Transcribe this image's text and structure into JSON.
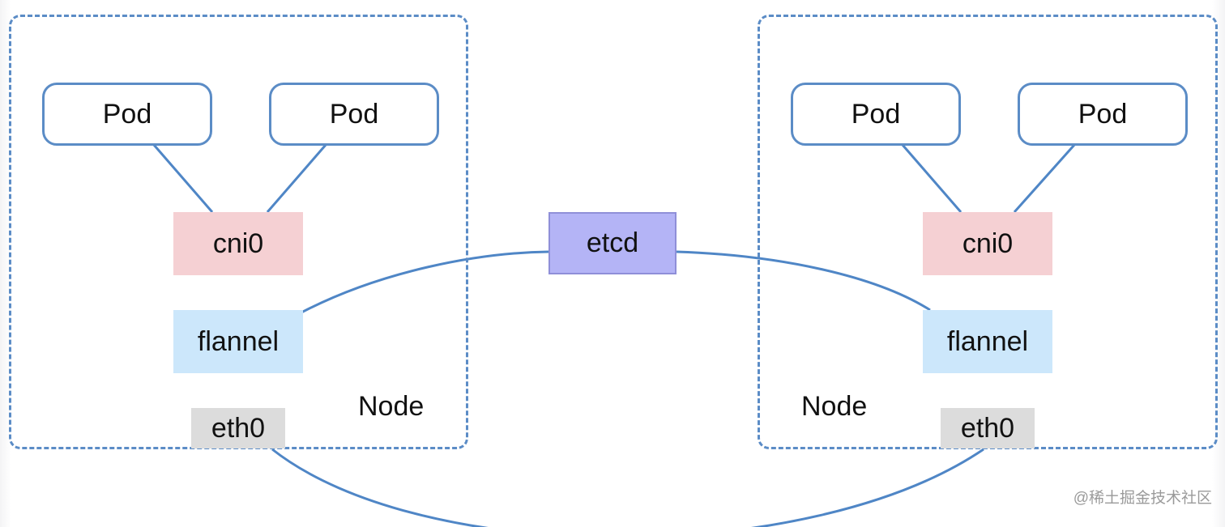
{
  "nodes": {
    "left": {
      "label": "Node",
      "pods": [
        "Pod",
        "Pod"
      ],
      "cni0": "cni0",
      "flannel": "flannel",
      "eth0": "eth0"
    },
    "right": {
      "label": "Node",
      "pods": [
        "Pod",
        "Pod"
      ],
      "cni0": "cni0",
      "flannel": "flannel",
      "eth0": "eth0"
    }
  },
  "etcd": "etcd",
  "watermark": "@稀土掘金技术社区",
  "colors": {
    "node_border": "#5b8cc6",
    "pod_border": "#5b8cc6",
    "connector": "#4f86c6",
    "cni0_fill": "#f5d0d3",
    "flannel_fill": "#cce7fb",
    "eth0_fill": "#dcdcdc",
    "etcd_fill": "#b4b4f6",
    "text": "#111111",
    "watermark": "#9a9a9a"
  }
}
